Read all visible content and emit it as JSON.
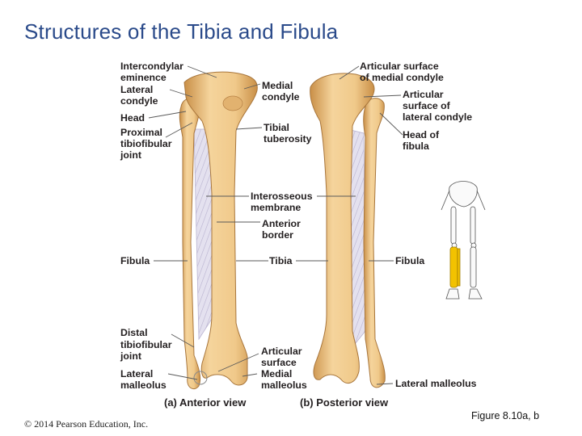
{
  "title": "Structures of the Tibia and Fibula",
  "labels": {
    "intercondylar_1": "Intercondylar",
    "intercondylar_2": "eminence",
    "lateral_condyle_1": "Lateral",
    "lateral_condyle_2": "condyle",
    "head": "Head",
    "proximal_1": "Proximal",
    "proximal_2": "tibiofibular",
    "proximal_3": "joint",
    "medial_condyle_1": "Medial",
    "medial_condyle_2": "condyle",
    "tibial_tuberosity_1": "Tibial",
    "tibial_tuberosity_2": "tuberosity",
    "interosseous_1": "Interosseous",
    "interosseous_2": "membrane",
    "anterior_border_1": "Anterior",
    "anterior_border_2": "border",
    "fibula_left": "Fibula",
    "tibia": "Tibia",
    "distal_1": "Distal",
    "distal_2": "tibiofibular",
    "distal_3": "joint",
    "lateral_malleolus_left_1": "Lateral",
    "lateral_malleolus_left_2": "malleolus",
    "articular_surface_1": "Articular",
    "articular_surface_2": "surface",
    "medial_malleolus_1": "Medial",
    "medial_malleolus_2": "malleolus",
    "art_medial_1": "Articular surface",
    "art_medial_2": "of medial condyle",
    "art_lateral_1": "Articular",
    "art_lateral_2": "surface of",
    "art_lateral_3": "lateral condyle",
    "head_fibula_1": "Head of",
    "head_fibula_2": "fibula",
    "fibula_right": "Fibula",
    "lateral_malleolus_right": "Lateral malleolus"
  },
  "views": {
    "anterior": "(a) Anterior view",
    "posterior": "(b) Posterior view"
  },
  "copyright": "© 2014 Pearson Education, Inc.",
  "figure": "Figure 8.10a, b",
  "colors": {
    "title": "#2a4a8a",
    "bone": "#f0c98a",
    "bone_shade": "#d79f55",
    "membrane": "#dcd8ea",
    "highlight": "#f2c200"
  }
}
